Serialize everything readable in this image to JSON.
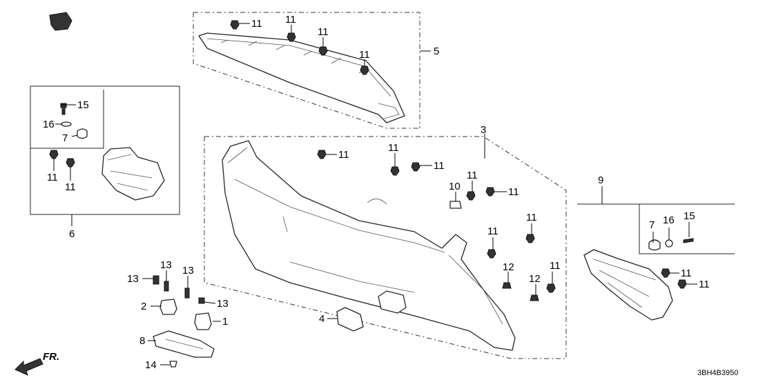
{
  "diagram": {
    "code": "3BH4B3950",
    "direction_label": "FR.",
    "callouts": {
      "c1": "1",
      "c2": "2",
      "c3": "3",
      "c4": "4",
      "c5": "5",
      "c6": "6",
      "c7a": "7",
      "c7b": "7",
      "c8": "8",
      "c9": "9",
      "c10": "10",
      "c11_01": "11",
      "c11_02": "11",
      "c11_03": "11",
      "c11_04": "11",
      "c11_05": "11",
      "c11_06": "11",
      "c11_07": "11",
      "c11_08": "11",
      "c11_09": "11",
      "c11_10": "11",
      "c11_11": "11",
      "c11_12": "11",
      "c11_13": "11",
      "c11_14": "11",
      "c11_15": "11",
      "c12a": "12",
      "c12b": "12",
      "c13a": "13",
      "c13b": "13",
      "c13c": "13",
      "c13d": "13",
      "c14": "14",
      "c15a": "15",
      "c15b": "15",
      "c16a": "16",
      "c16b": "16"
    }
  }
}
